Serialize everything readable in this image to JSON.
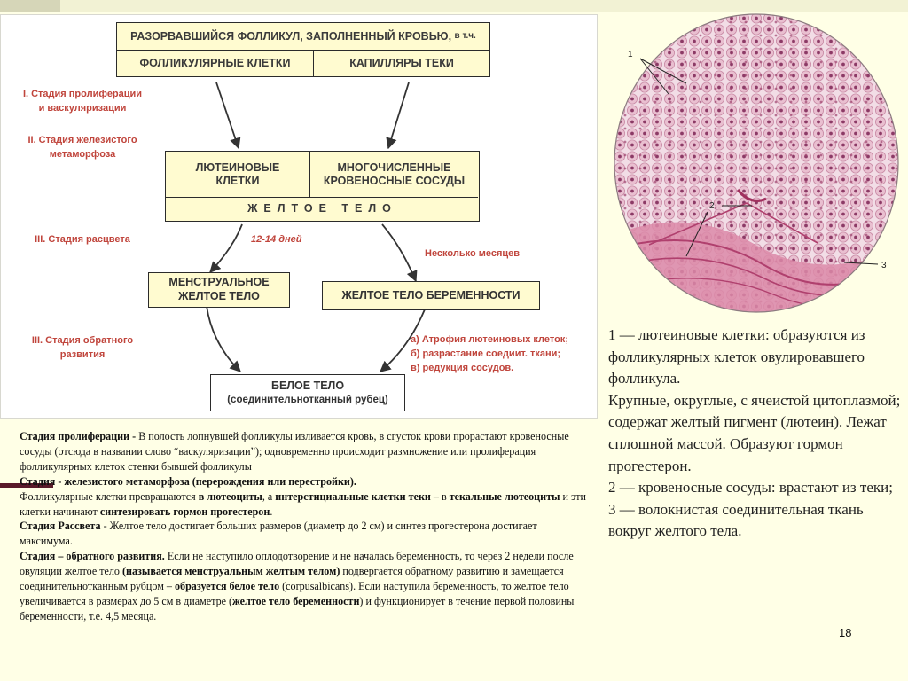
{
  "diagram": {
    "top_box": {
      "title": "РАЗОРВАВШИЙСЯ ФОЛЛИКУЛ, ЗАПОЛНЕННЫЙ КРОВЬЮ,",
      "title_suffix": "в т.ч.",
      "left": "ФОЛЛИКУЛЯРНЫЕ КЛЕТКИ",
      "right": "КАПИЛЛЯРЫ ТЕКИ"
    },
    "middle_box": {
      "left_line1": "ЛЮТЕИНОВЫЕ",
      "left_line2": "КЛЕТКИ",
      "right_line1": "МНОГОЧИСЛЕННЫЕ",
      "right_line2": "КРОВЕНОСНЫЕ СОСУДЫ",
      "bottom": "ЖЕЛТОЕ ТЕЛО"
    },
    "menstrual_box": {
      "line1": "МЕНСТРУАЛЬНОЕ",
      "line2": "ЖЕЛТОЕ ТЕЛО"
    },
    "pregnancy_box": "ЖЕЛТОЕ ТЕЛО БЕРЕМЕННОСТИ",
    "white_body_box": {
      "line1": "БЕЛОЕ ТЕЛО",
      "line2": "(соединительнотканный рубец)"
    },
    "stage1": {
      "line1": "I. Стадия пролиферации",
      "line2": "и васкуляризации"
    },
    "stage2": {
      "line1": "II. Стадия железистого",
      "line2": "метаморфоза"
    },
    "stage3": "III. Стадия расцвета",
    "stage4": {
      "line1": "III. Стадия обратного",
      "line2": "развития"
    },
    "days_label": "12-14 дней",
    "months_label": "Несколько месяцев",
    "atrophy_notes": [
      "а) Атрофия лютеиновых клеток;",
      "б) разрастание соедиит. ткани;",
      "в) редукция сосудов."
    ]
  },
  "text": {
    "p1_b": "Стадия пролиферации -",
    "p1": " В полость лопнувшей фолликулы изливается кровь, в сгусток крови прорастают кровеносные сосуды (отсюда в названии слово “васкуляризации”); одновременно происходит размножение или пролиферация фолликулярных клеток стенки бывшей фолликулы",
    "p2_b": "Стадия - железистого метаморфоза (перерождения или перестройки).",
    "p3_a": "Фолликулярные клетки превращаются ",
    "p3_b1": "в лютеоциты",
    "p3_c": ", а ",
    "p3_b2": "интерстициальные клетки теки",
    "p3_d": " – в ",
    "p3_b3": "текальные лютеоциты",
    "p3_e": " и эти клетки начинают ",
    "p3_b4": "синтезировать гормон прогестерон",
    "p3_f": ".",
    "p4_b": "Стадия Рассвета",
    "p4": " - Желтое тело достигает больших размеров (диаметр до 2 см) и синтез прогестерона достигает максимума.",
    "p5_b": " Стадия – обратного развития.",
    "p5_a": " Если не наступило оплодотворение и не началась беременность, то через 2 недели после овуляции желтое тело ",
    "p5_b2": "(называется менструальным желтым телом)",
    "p5_c": " подвергается обратному развитию и замещается соединительнотканным рубцом – ",
    "p5_b3": "образуется белое тело",
    "p5_d": " (corpusalbicans). Если наступила беременность, то желтое тело увеличивается в размерах до 5 см в диаметре (",
    "p5_b4": "желтое тело беременности",
    "p5_e": ") и функционирует в течение первой половины беременности, т.е. 4,5 месяца."
  },
  "micro_labels": {
    "l1": "1",
    "l2": "2",
    "l3": "3"
  },
  "legend": {
    "p1": "1 — лютеиновые клетки: образуются из фолликулярных клеток овулировавшего фолликула.",
    "p2": " Крупные, округлые, с ячеистой цитоплазмой; содержат желтый пигмент (лютеин). Лежат сплошной массой. Образуют гормон прогестерон.",
    "p3": " 2 — кровеносные сосуды: врастают из теки;",
    "p4": " 3 — волокнистая соединительная ткань вокруг желтого тела."
  },
  "slide_number": "18",
  "colors": {
    "box_fill": "#fffbd0",
    "stage_text": "#c0453c",
    "background": "#ffffe6",
    "accent": "#5a1a2a"
  }
}
